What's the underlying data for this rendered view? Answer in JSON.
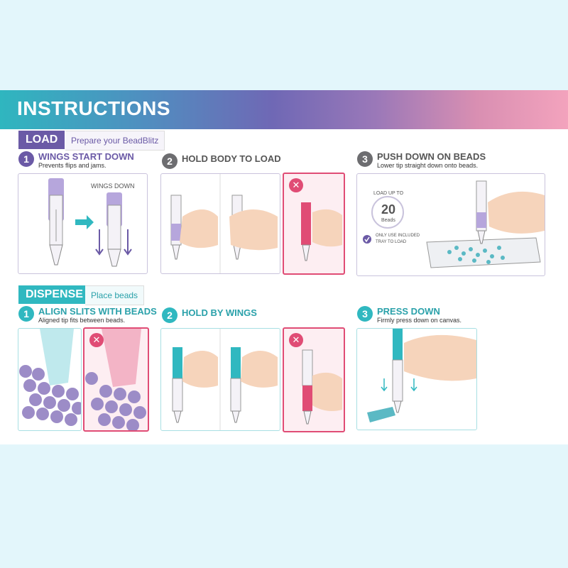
{
  "header": {
    "title": "INSTRUCTIONS"
  },
  "load": {
    "label": "LOAD",
    "subtitle": "Prepare your BeadBlitz",
    "steps": [
      {
        "number": "1",
        "title": "WINGS START DOWN",
        "desc": "Prevents flips and jams.",
        "panel_label": "WINGS DOWN"
      },
      {
        "number": "2",
        "title": "HOLD BODY TO LOAD",
        "desc": ""
      },
      {
        "number": "3",
        "title": "PUSH DOWN ON BEADS",
        "desc": "Lower tip straight down onto beads.",
        "badge_top": "LOAD UP TO",
        "badge_value": "20",
        "badge_unit": "Beads",
        "note": "ONLY USE INCLUDED",
        "note2": "TRAY TO LOAD"
      }
    ]
  },
  "dispense": {
    "label": "DISPENSE",
    "subtitle": "Place beads",
    "steps": [
      {
        "number": "1",
        "title": "ALIGN SLITS WITH BEADS",
        "desc": "Aligned tip fits between beads."
      },
      {
        "number": "2",
        "title": "HOLD BY WINGS",
        "desc": ""
      },
      {
        "number": "3",
        "title": "PRESS DOWN",
        "desc": "Firmly press down on canvas."
      }
    ]
  },
  "icons": {
    "wrong": "x-icon",
    "check": "check-icon",
    "arrow": "arrow-right-icon"
  },
  "colors": {
    "purple": "#6b5aa6",
    "teal": "#30b8c0",
    "pink": "#e04c75"
  }
}
